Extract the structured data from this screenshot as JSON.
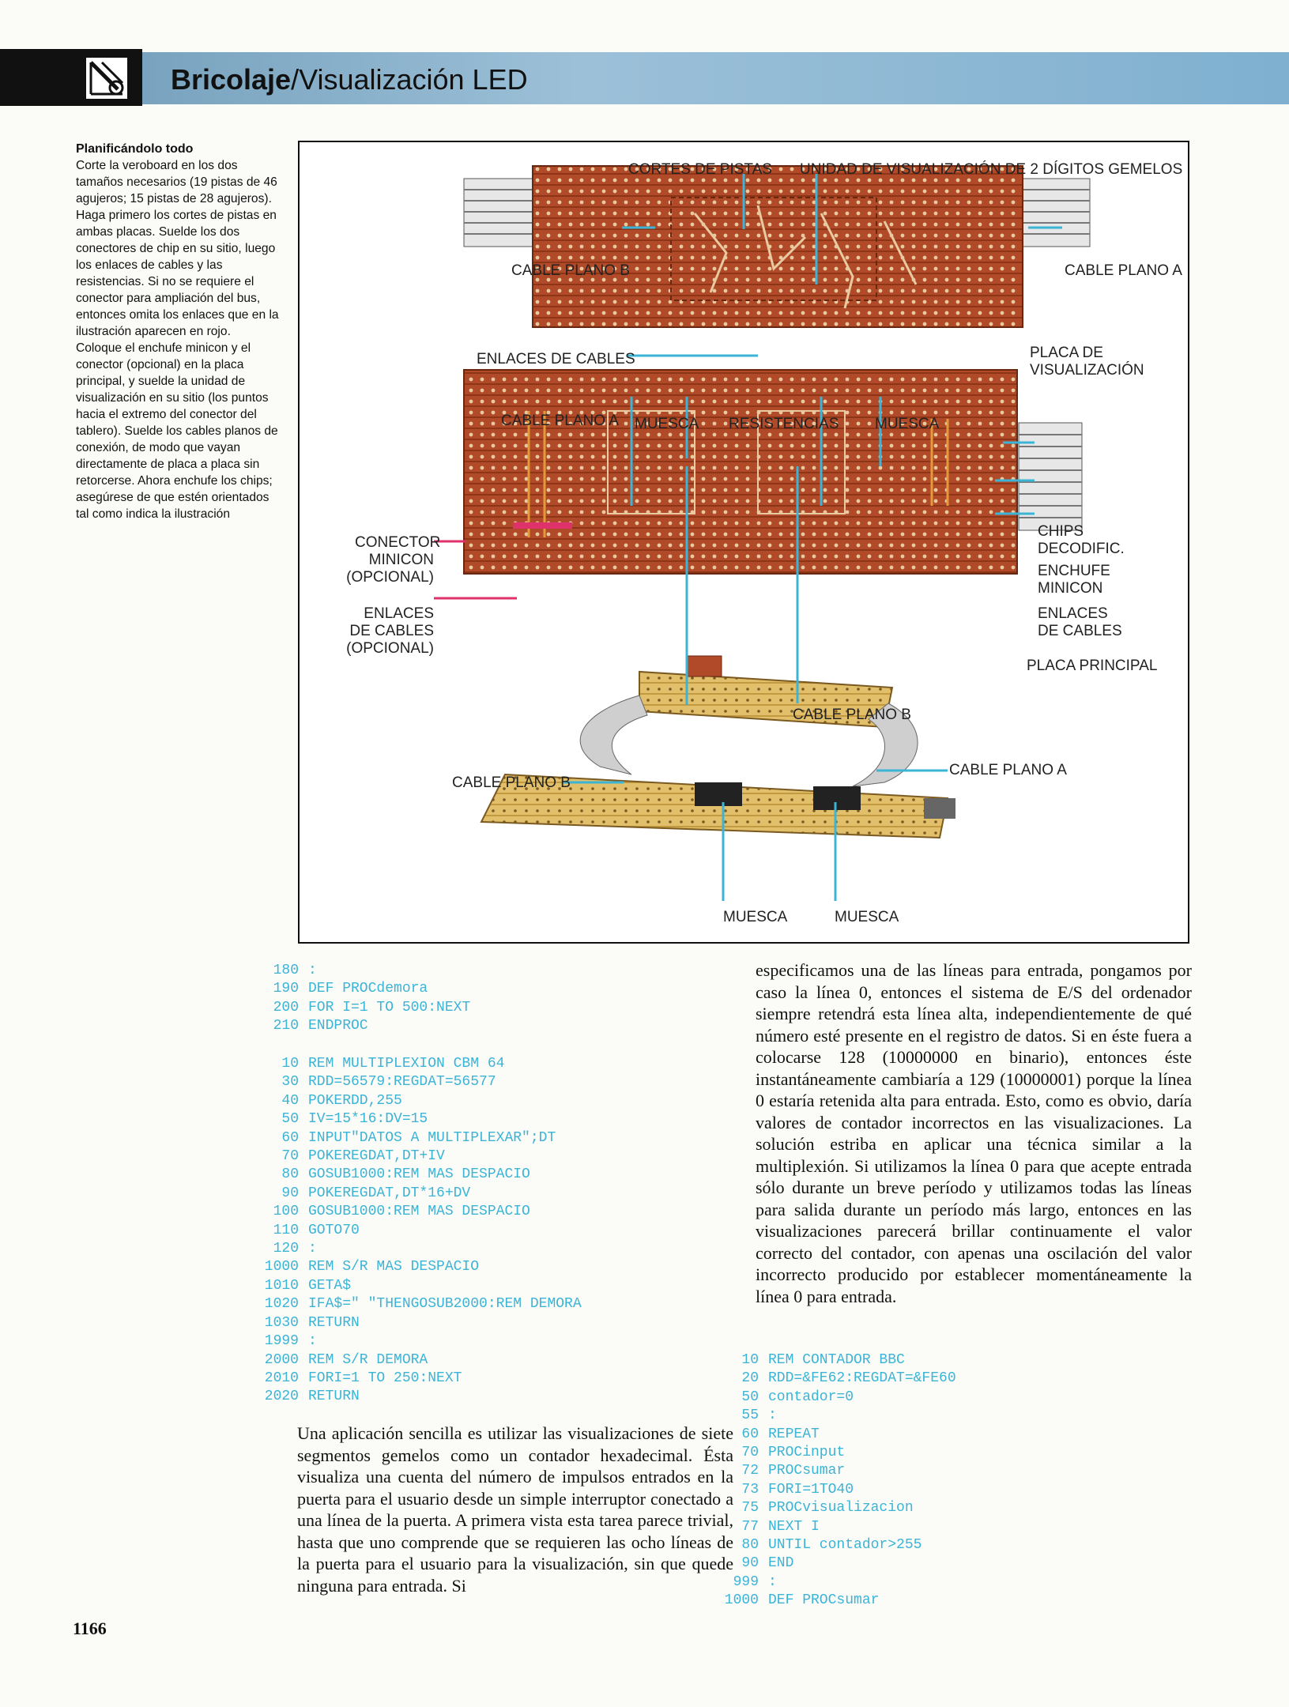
{
  "header": {
    "title_bold": "Bricolaje",
    "title_rest": "/Visualización LED"
  },
  "sidebar": {
    "heading": "Planificándolo todo",
    "body": "Corte la veroboard en los dos tamaños necesarios (19 pistas de 46 agujeros; 15 pistas de 28 agujeros). Haga primero los cortes de pistas en ambas placas. Suelde los dos conectores de chip en su sitio, luego los enlaces de cables y las resistencias. Si no se requiere el conector para ampliación del bus, entonces omita los enlaces que en la ilustración aparecen en rojo. Coloque el enchufe minicon y el conector (opcional) en la placa principal, y suelde la unidad de visualización en su sitio (los puntos hacia el extremo del conector del tablero). Suelde los cables planos de conexión, de modo que vayan directamente de placa a placa sin retorcerse. Ahora enchufe los chips; asegúrese de que estén orientados tal como indica la ilustración"
  },
  "figure": {
    "labels": {
      "cortes_pistas": "CORTES DE PISTAS",
      "unidad_visualizacion": "UNIDAD DE VISUALIZACIÓN DE 2 DÍGITOS GEMELOS",
      "cable_plano_b_top": "CABLE PLANO B",
      "cable_plano_a_top": "CABLE PLANO A",
      "enlaces_cables_top": "ENLACES DE CABLES",
      "placa_visualizacion_1": "PLACA DE",
      "placa_visualizacion_2": "VISUALIZACIÓN",
      "cable_plano_a_mid": "CABLE PLANO A",
      "muesca_1": "MUESCA",
      "resistencias": "RESISTENCIAS",
      "muesca_2": "MUESCA",
      "conector_1": "CONECTOR",
      "conector_2": "MINICON",
      "conector_3": "(OPCIONAL)",
      "enlaces_opc_1": "ENLACES",
      "enlaces_opc_2": "DE CABLES",
      "enlaces_opc_3": "(OPCIONAL)",
      "chips_1": "CHIPS",
      "chips_2": "DECODIFIC.",
      "enchufe_1": "ENCHUFE",
      "enchufe_2": "MINICON",
      "enlaces_r_1": "ENLACES",
      "enlaces_r_2": "DE CABLES",
      "placa_principal": "PLACA PRINCIPAL",
      "cable_plano_b_mid": "CABLE PLANO B",
      "cable_plano_b_bottom": "CABLE PLANO B",
      "cable_plano_a_bottom": "CABLE PLANO A",
      "muesca_3": "MUESCA",
      "muesca_4": "MUESCA"
    }
  },
  "code_left_a": [
    {
      "n": "180",
      "t": ":"
    },
    {
      "n": "190",
      "t": "DEF PROCdemora"
    },
    {
      "n": "200",
      "t": "FOR I=1 TO 500:NEXT"
    },
    {
      "n": "210",
      "t": "ENDPROC"
    }
  ],
  "code_left_b": [
    {
      "n": "10",
      "t": "REM MULTIPLEXION CBM 64"
    },
    {
      "n": "30",
      "t": "RDD=56579:REGDAT=56577"
    },
    {
      "n": "40",
      "t": "POKERDD,255"
    },
    {
      "n": "50",
      "t": "IV=15*16:DV=15"
    },
    {
      "n": "60",
      "t": "INPUT\"DATOS A MULTIPLEXAR\";DT"
    },
    {
      "n": "70",
      "t": "POKEREGDAT,DT+IV"
    },
    {
      "n": "80",
      "t": "GOSUB1000:REM MAS DESPACIO"
    },
    {
      "n": "90",
      "t": "POKEREGDAT,DT*16+DV"
    },
    {
      "n": "100",
      "t": "GOSUB1000:REM MAS DESPACIO"
    },
    {
      "n": "110",
      "t": "GOTO70"
    },
    {
      "n": "120",
      "t": ":"
    },
    {
      "n": "1000",
      "t": "REM S/R MAS DESPACIO"
    },
    {
      "n": "1010",
      "t": "GETA$"
    },
    {
      "n": "1020",
      "t": "IFA$=\" \"THENGOSUB2000:REM DEMORA"
    },
    {
      "n": "1030",
      "t": "RETURN"
    },
    {
      "n": "1999",
      "t": ":"
    },
    {
      "n": "2000",
      "t": "REM S/R DEMORA"
    },
    {
      "n": "2010",
      "t": "FORI=1 TO 250:NEXT"
    },
    {
      "n": "2020",
      "t": "RETURN"
    }
  ],
  "text_left": "Una aplicación sencilla es utilizar las visualizaciones de siete segmentos gemelos como un contador hexadecimal. Ésta visualiza una cuenta del número de impulsos entrados en la puerta para el usuario desde un simple interruptor conectado a una línea de la puerta. A primera vista esta tarea parece trivial, hasta que uno comprende que se requieren las ocho líneas de la puerta para el usuario para la visualización, sin que quede ninguna para entrada. Si",
  "text_right": "especificamos una de las líneas para entrada, pongamos por caso la línea 0, entonces el sistema de E/S del ordenador siempre retendrá esta línea alta, independientemente de qué número esté presente en el registro de datos. Si en éste fuera a colocarse 128 (10000000 en binario), entonces éste instantáneamente cambiaría a 129 (10000001) porque la línea 0 estaría retenida alta para entrada. Esto, como es obvio, daría valores de contador incorrectos en las visualizaciones. La solución estriba en aplicar una técnica similar a la multiplexión. Si utilizamos la línea 0 para que acepte entrada sólo durante un breve período y utilizamos todas las líneas para salida durante un período más largo, entonces en las visualizaciones parecerá brillar continuamente el valor correcto del contador, con apenas una oscilación del valor incorrecto producido por establecer momentáneamente la línea 0 para entrada.",
  "code_right": [
    {
      "n": "10",
      "t": "REM CONTADOR BBC"
    },
    {
      "n": "20",
      "t": "RDD=&FE62:REGDAT=&FE60"
    },
    {
      "n": "50",
      "t": "contador=0"
    },
    {
      "n": "55",
      "t": ":"
    },
    {
      "n": "60",
      "t": "REPEAT"
    },
    {
      "n": "70",
      "t": "PROCinput"
    },
    {
      "n": "72",
      "t": "PROCsumar"
    },
    {
      "n": "73",
      "t": "FORI=1TO40"
    },
    {
      "n": "75",
      "t": "PROCvisualizacion"
    },
    {
      "n": "77",
      "t": "NEXT I"
    },
    {
      "n": "80",
      "t": "UNTIL contador>255"
    },
    {
      "n": "90",
      "t": "END"
    },
    {
      "n": "999",
      "t": ":"
    },
    {
      "n": "1000",
      "t": "DEF PROCsumar"
    }
  ],
  "page_number": "1166",
  "colors": {
    "board": "#b04a28",
    "pointer": "#3bb4d6",
    "optional": "#e0326a",
    "code": "#3bb4d6"
  }
}
